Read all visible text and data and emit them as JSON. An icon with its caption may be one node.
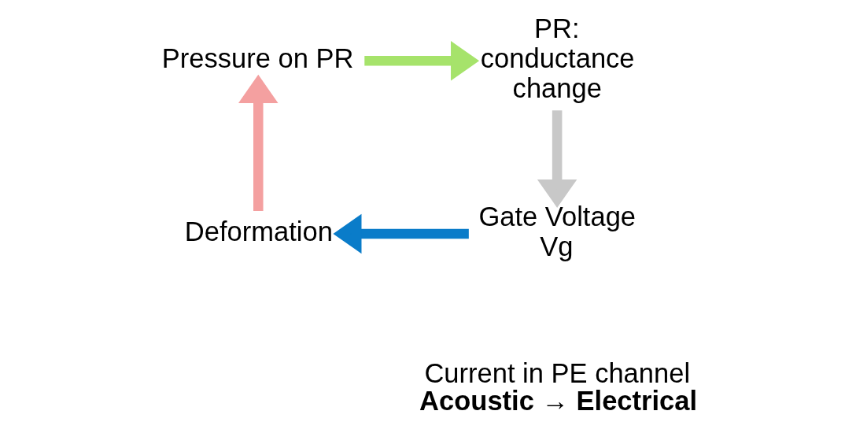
{
  "diagram": {
    "nodes": [
      {
        "text": [
          "Pressure on PR"
        ]
      },
      {
        "text": [
          "PR: conductance change"
        ]
      },
      {
        "text": [
          "Gate Voltage Vg"
        ]
      },
      {
        "text": [
          "Deformation"
        ]
      }
    ],
    "edges": [
      {
        "from": 0,
        "to": 1,
        "arrow": "to",
        "color": "#a6e36b"
      },
      {
        "from": 1,
        "to": 2,
        "arrow": "to",
        "color": "#c8c8c8"
      },
      {
        "from": 2,
        "to": 3,
        "arrow": "to",
        "color": "#0a7cc9"
      },
      {
        "from": 3,
        "to": 0,
        "arrow": "to",
        "color": "#f4a0a0"
      }
    ],
    "labels": [
      "Current in PE channel",
      "Acoustic → Electrical"
    ]
  }
}
